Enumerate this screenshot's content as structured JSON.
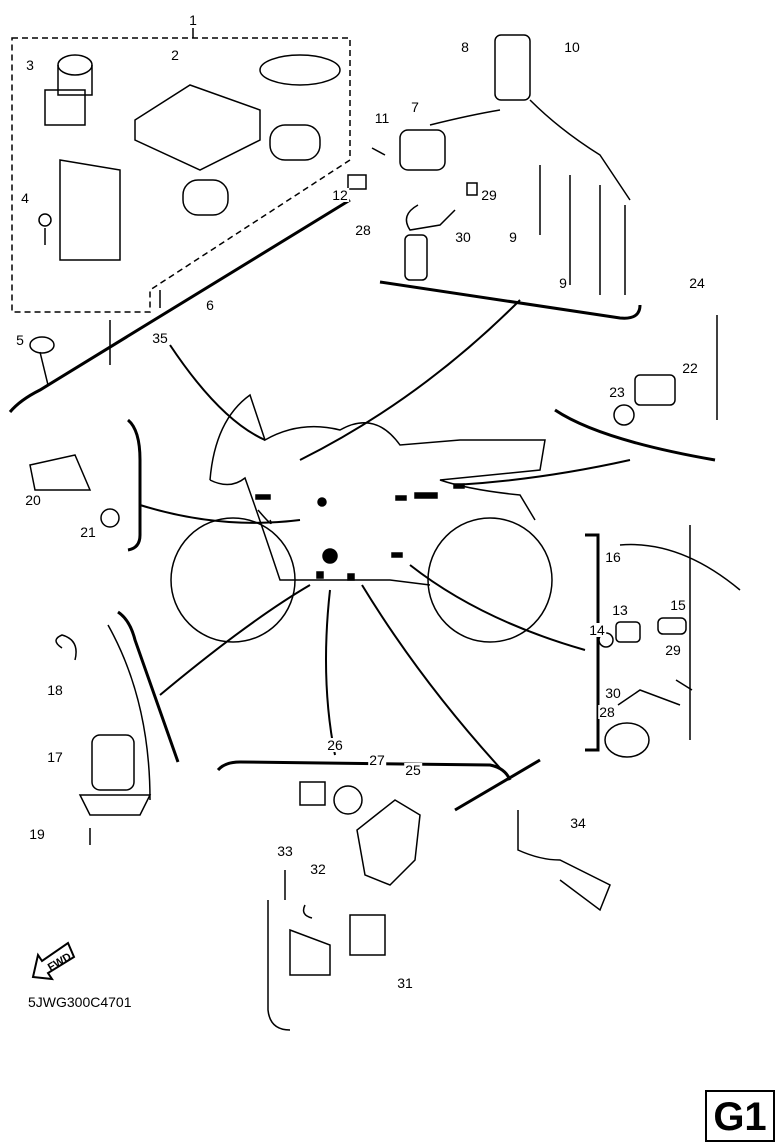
{
  "diagram": {
    "callouts": [
      "1",
      "2",
      "3",
      "4",
      "5",
      "6",
      "35",
      "7",
      "8",
      "10",
      "11",
      "12",
      "29",
      "30",
      "28",
      "9",
      "9",
      "24",
      "22",
      "23",
      "20",
      "21",
      "16",
      "15",
      "13",
      "14",
      "29",
      "30",
      "28",
      "18",
      "17",
      "19",
      "26",
      "27",
      "25",
      "33",
      "32",
      "31",
      "34"
    ],
    "fwd_label": "FWD",
    "drawing_code": "5JWG300C4701",
    "page_label": "G1"
  }
}
